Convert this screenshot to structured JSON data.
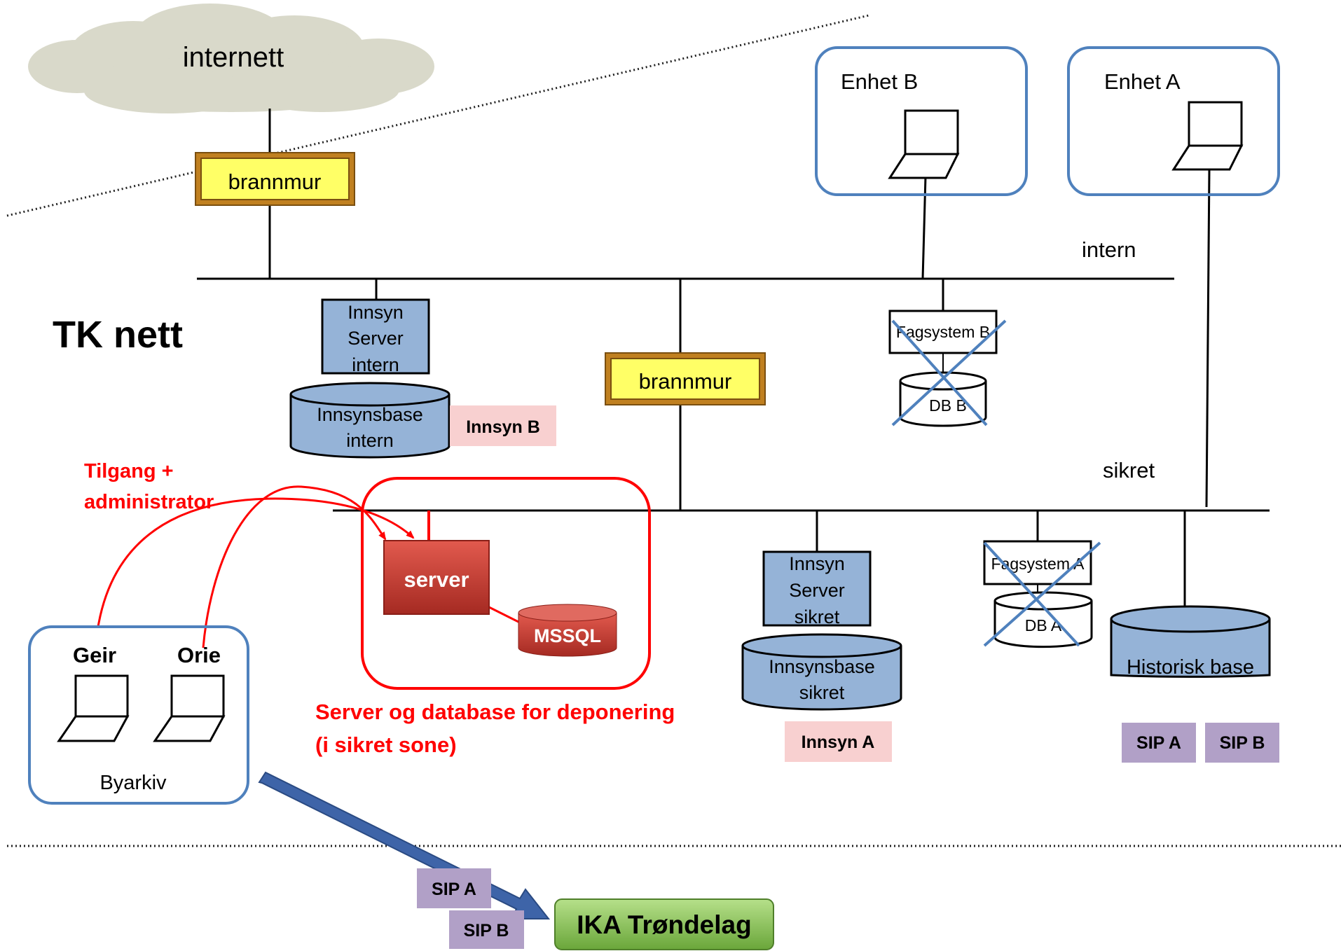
{
  "title": "TK nett",
  "cloud": {
    "label": "internett"
  },
  "firewalls": {
    "top": "brannmur",
    "middle": "brannmur"
  },
  "zones": {
    "intern": "intern",
    "sikret": "sikret"
  },
  "units": {
    "enhet_b": "Enhet B",
    "enhet_a": "Enhet A",
    "byarkiv": "Byarkiv"
  },
  "users": {
    "geir": "Geir",
    "orie": "Orie"
  },
  "servers": {
    "innsyn_intern": [
      "Innsyn",
      "Server",
      "intern"
    ],
    "innsyn_sikret": [
      "Innsyn",
      "Server",
      "sikret"
    ],
    "fagsystem_b": "Fagsystem B",
    "fagsystem_a": "Fagsystem A",
    "deponering_server": "server"
  },
  "databases": {
    "innsynsbase_intern": [
      "Innsynsbase",
      "intern"
    ],
    "innsynsbase_sikret": [
      "Innsynsbase",
      "sikret"
    ],
    "db_b": "DB B",
    "db_a": "DB A",
    "mssql": "MSSQL",
    "historisk": "Historisk base"
  },
  "tags": {
    "innsyn_b": "Innsyn B",
    "innsyn_a": "Innsyn A",
    "sip_a": "SIP A",
    "sip_b": "SIP B"
  },
  "annotations": {
    "access": [
      "Tilgang +",
      "administrator"
    ],
    "deponering": [
      "Server og database for deponering",
      "(i sikret sone)"
    ]
  },
  "destination": "IKA Trøndelag",
  "colors": {
    "firewall_fill": "#ffff66",
    "firewall_border": "#c08020",
    "server_blue": "#95b3d7",
    "unit_border": "#4f81bd",
    "red": "#ff0000",
    "server_red": "#c0392b",
    "tag_pink": "#f8d0d0",
    "tag_purple": "#b1a0c7",
    "ika_green": "#7ab648",
    "cross_blue": "#4f81bd",
    "arrow_blue": "#3e64a8",
    "cloud": "#d9d9ca"
  }
}
